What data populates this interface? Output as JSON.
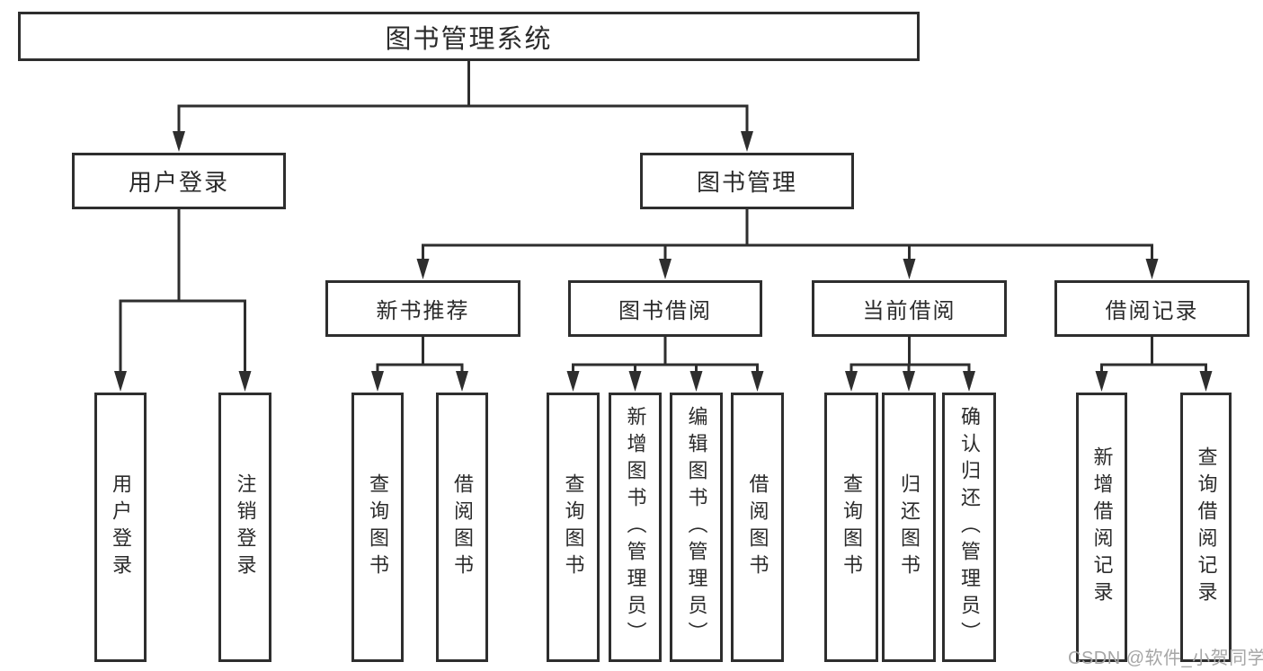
{
  "tree": {
    "label": "图书管理系统",
    "children": [
      {
        "label": "用户登录",
        "children": [
          {
            "label": "用户登录"
          },
          {
            "label": "注销登录"
          }
        ]
      },
      {
        "label": "图书管理",
        "children": [
          {
            "label": "新书推荐",
            "children": [
              {
                "label": "查询图书"
              },
              {
                "label": "借阅图书"
              }
            ]
          },
          {
            "label": "图书借阅",
            "children": [
              {
                "label": "查询图书"
              },
              {
                "label": "新增图书（管理员）"
              },
              {
                "label": "编辑图书（管理员）"
              },
              {
                "label": "借阅图书"
              }
            ]
          },
          {
            "label": "当前借阅",
            "children": [
              {
                "label": "查询图书"
              },
              {
                "label": "归还图书"
              },
              {
                "label": "确认归还（管理员）"
              }
            ]
          },
          {
            "label": "借阅记录",
            "children": [
              {
                "label": "新增借阅记录"
              },
              {
                "label": "查询借阅记录"
              }
            ]
          }
        ]
      }
    ]
  },
  "watermark": {
    "text": "CSDN @软件_小贺同学"
  },
  "colors": {
    "line": "#2e2e2e",
    "box_border": "#2e2e2e",
    "text": "#2b2b2b",
    "watermark": "#a6a6a6",
    "background": "#ffffff"
  }
}
